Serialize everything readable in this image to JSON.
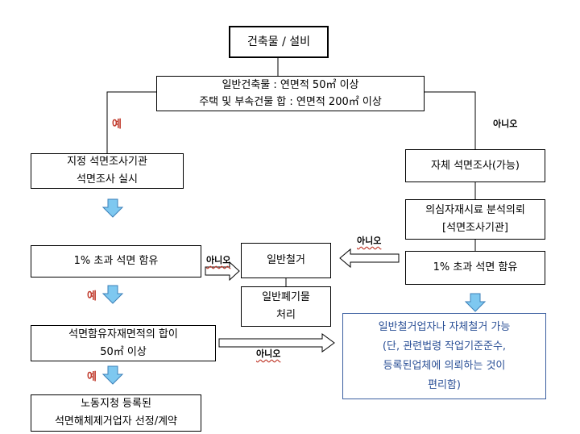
{
  "nodes": {
    "top": "건축물 / 설비",
    "criteria": [
      "일반건축물 : 연면적 50㎡ 이상",
      "주택 및 부속건물 합 : 연면적 200㎡ 이상"
    ],
    "designated": [
      "지정 석면조사기관",
      "석면조사 실시"
    ],
    "self_survey": "자체 석면조사(가능)",
    "suspect": [
      "의심자재시료 분석의뢰",
      "[석면조사기관]"
    ],
    "left_over1": "1% 초과 석면 함유",
    "right_over1": "1% 초과 석면 함유",
    "general_demolition": "일반철거",
    "general_waste": [
      "일반폐기물",
      "처리"
    ],
    "asbestos_area": [
      "석면함유자재면적의 합이",
      "50㎡ 이상"
    ],
    "registered": [
      "노동지청 등록된",
      "석면해체제거업자 선정/계약"
    ],
    "general_contractor": [
      "일반철거업자나 자체철거 가능",
      "(단, 관련법령 작업기준준수,",
      "등록된업체에 의뢰하는 것이",
      "편리함)"
    ]
  },
  "labels": {
    "yes": "예",
    "no": "아니오"
  },
  "colors": {
    "down_arrow": "#7ec8f0",
    "down_arrow_stroke": "#3b7fb8",
    "yes_text": "#c0392b",
    "info_text": "#2a4f96"
  }
}
